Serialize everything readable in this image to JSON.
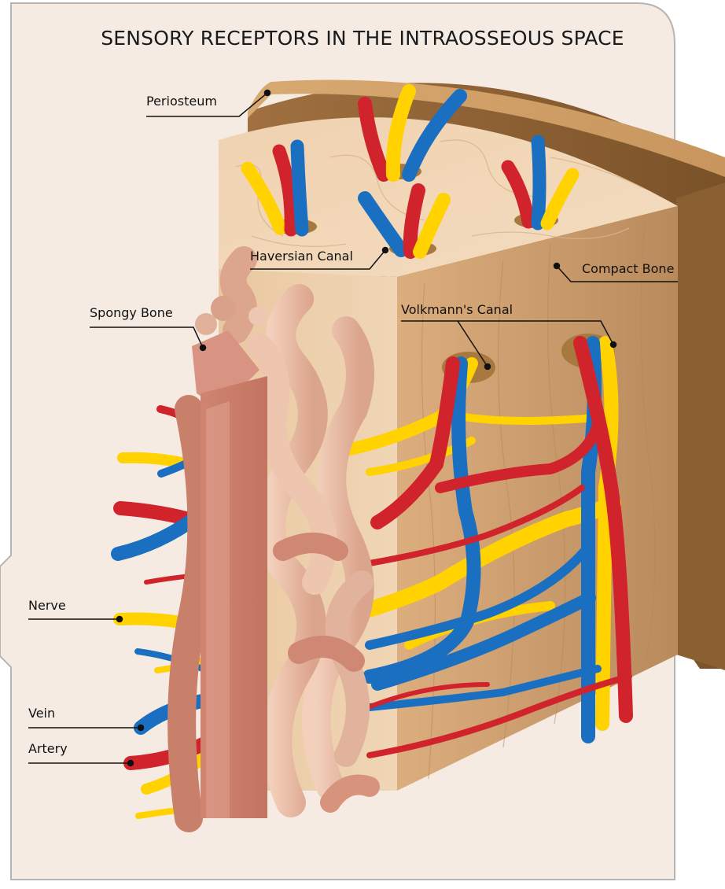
{
  "title": "SENSORY RECEPTORS IN THE INTRAOSSEOUS SPACE",
  "labels": {
    "periosteum": "Periosteum",
    "haversian_canal": "Haversian Canal",
    "compact_bone": "Compact Bone",
    "spongy_bone": "Spongy Bone",
    "volkmanns_canal": "Volkmann's Canal",
    "nerve": "Nerve",
    "vein": "Vein",
    "artery": "Artery"
  },
  "colors": {
    "panel_background": "#f6ebe2",
    "panel_border": "#b5b5b5",
    "periosteum": "#c99a62",
    "compact_bone": "#ecc9a2",
    "spongy_bone": "#d48e7a",
    "nerve": "#ffd200",
    "vein": "#1a6fc0",
    "artery": "#d0232c"
  }
}
